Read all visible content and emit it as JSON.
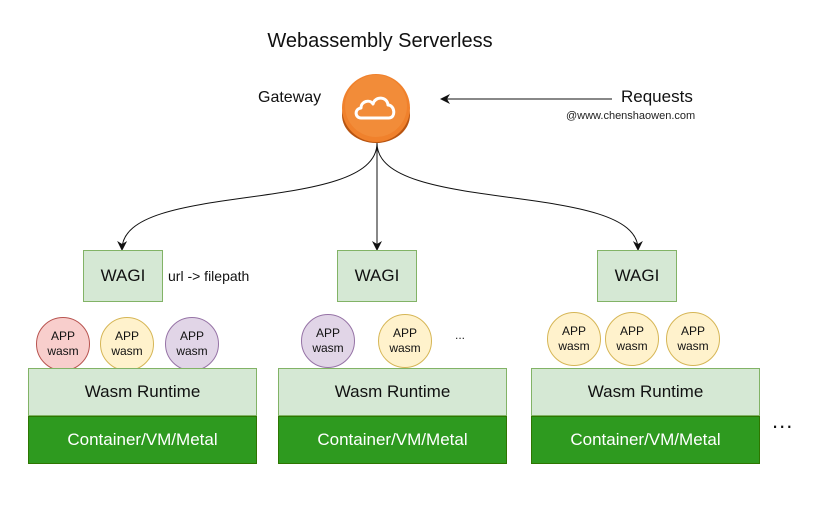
{
  "title": "Webassembly Serverless",
  "gateway": {
    "label": "Gateway",
    "icon": "cloud-icon"
  },
  "requests": {
    "label": "Requests"
  },
  "watermark": "@www.chenshaowen.com",
  "wagi_note": "url -> filepath",
  "more_apps": "...",
  "more_nodes": "...",
  "nodes": [
    {
      "wagi": "WAGI",
      "apps": [
        {
          "line1": "APP",
          "line2": "wasm"
        },
        {
          "line1": "APP",
          "line2": "wasm"
        },
        {
          "line1": "APP",
          "line2": "wasm"
        }
      ],
      "runtime": "Wasm Runtime",
      "container": "Container/VM/Metal"
    },
    {
      "wagi": "WAGI",
      "apps": [
        {
          "line1": "APP",
          "line2": "wasm"
        },
        {
          "line1": "APP",
          "line2": "wasm"
        }
      ],
      "runtime": "Wasm Runtime",
      "container": "Container/VM/Metal"
    },
    {
      "wagi": "WAGI",
      "apps": [
        {
          "line1": "APP",
          "line2": "wasm"
        },
        {
          "line1": "APP",
          "line2": "wasm"
        },
        {
          "line1": "APP",
          "line2": "wasm"
        }
      ],
      "runtime": "Wasm Runtime",
      "container": "Container/VM/Metal"
    }
  ],
  "colors": {
    "gateway_orange": "#f0812c",
    "wagi_fill": "#d5e8d4",
    "container_fill": "#2e9a1f",
    "app_red": "#f8cecc",
    "app_yellow": "#fff2cc",
    "app_purple": "#e1d5e7"
  }
}
